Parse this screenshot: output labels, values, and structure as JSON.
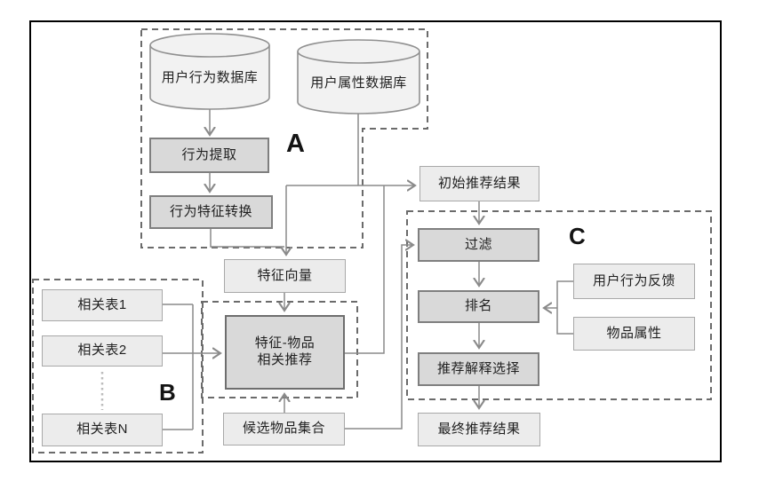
{
  "diagram": {
    "title_hint": "recommendation-system-flow",
    "sections": {
      "a_label": "A",
      "b_label": "B",
      "c_label": "C"
    },
    "nodes": {
      "user_behavior_db": "用户行为数据库",
      "user_attribute_db": "用户属性数据库",
      "behavior_extraction": "行为提取",
      "behavior_feature_conversion": "行为特征转换",
      "feature_vector": "特征向量",
      "feature_item_recommendation": "特征-物品\n相关推荐",
      "related_table_1": "相关表1",
      "related_table_2": "相关表2",
      "related_table_n": "相关表N",
      "candidate_item_set": "候选物品集合",
      "initial_recommendation_result": "初始推荐结果",
      "filter": "过滤",
      "ranking": "排名",
      "recommendation_explanation_selection": "推荐解释选择",
      "final_recommendation_result": "最终推荐结果",
      "user_behavior_feedback": "用户行为反馈",
      "item_attribute": "物品属性"
    },
    "colors": {
      "frame_border": "#000000",
      "dashed_group_border": "#6b6b6b",
      "connector_line": "#8a8a8a",
      "dark_box_fill": "#d9d9d9",
      "dark_box_border": "#7f7f7f",
      "light_box_fill": "#ececec",
      "light_box_border": "#a8a8a8",
      "cylinder_fill": "#f2f2f2",
      "text": "#1f1f1f"
    }
  }
}
